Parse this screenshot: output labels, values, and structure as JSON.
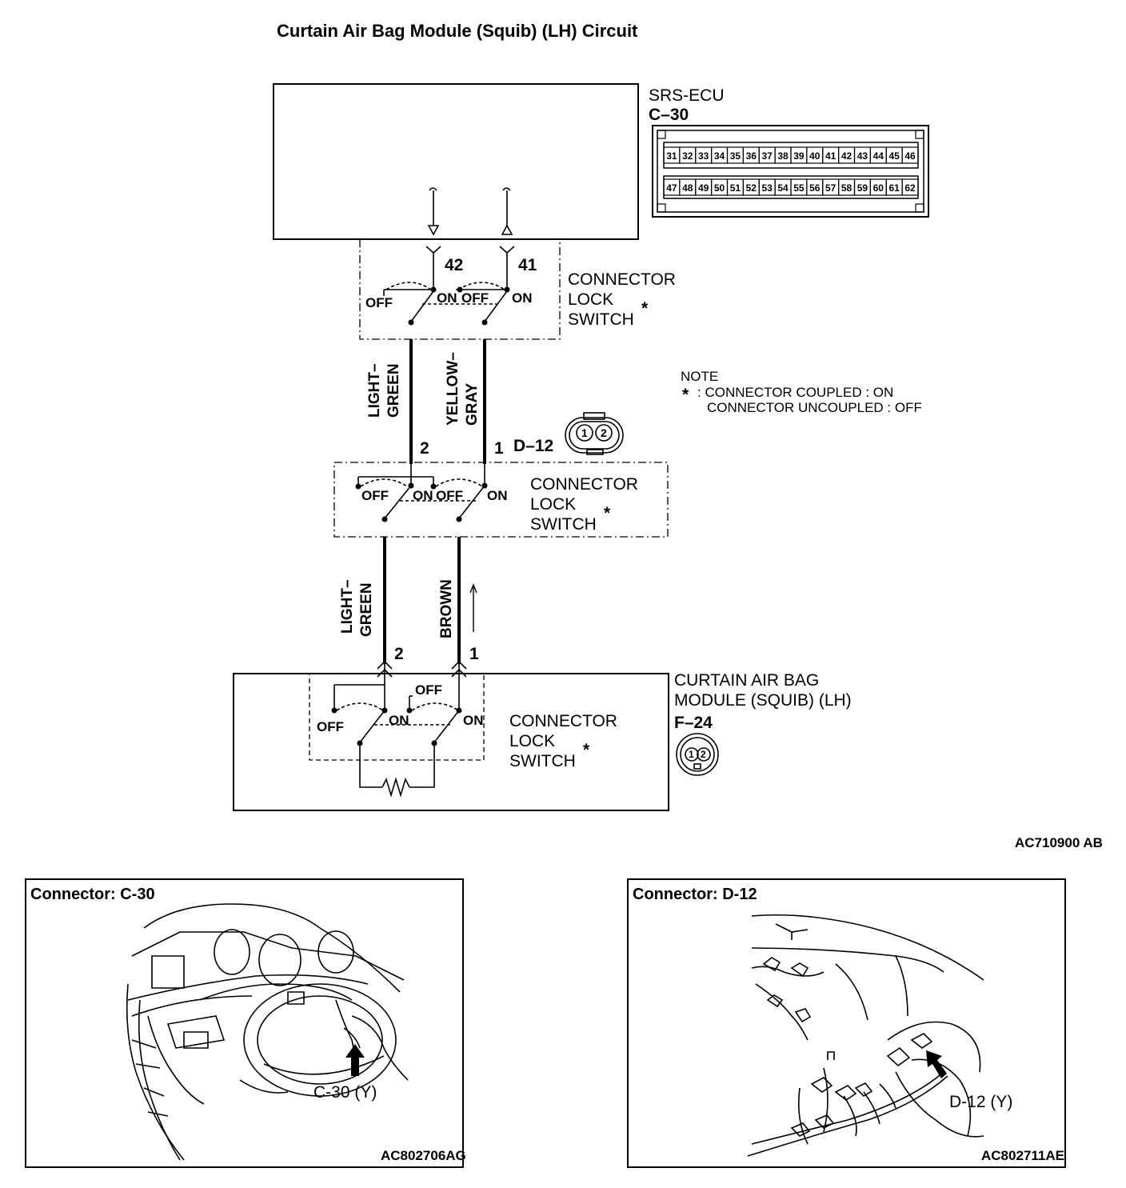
{
  "title": "Curtain Air Bag Module (Squib) (LH) Circuit",
  "ecu": {
    "name": "SRS-ECU",
    "connector": "C–30",
    "top_row_pins": [
      "31",
      "32",
      "33",
      "34",
      "35",
      "36",
      "37",
      "38",
      "39",
      "40",
      "41",
      "42",
      "43",
      "44",
      "45",
      "46"
    ],
    "bottom_row_pins": [
      "47",
      "48",
      "49",
      "50",
      "51",
      "52",
      "53",
      "54",
      "55",
      "56",
      "57",
      "58",
      "59",
      "60",
      "61",
      "62"
    ],
    "pin_left": "42",
    "pin_right": "41"
  },
  "switch_labels": {
    "line1": "CONNECTOR",
    "line2": "LOCK",
    "line3": "SWITCH",
    "asterisk": "*",
    "off": "OFF",
    "on": "ON"
  },
  "wires_upper": {
    "left_line1": "LIGHT–",
    "left_line2": "GREEN",
    "right_line1": "YELLOW–",
    "right_line2": "GRAY"
  },
  "wires_lower": {
    "left_line1": "LIGHT–",
    "left_line2": "GREEN",
    "right_line1": "BROWN"
  },
  "d12": {
    "code": "D–12",
    "pin_left": "2",
    "pin_right": "1",
    "face_1": "1",
    "face_2": "2"
  },
  "note": {
    "heading": "NOTE",
    "symbol": "*",
    "line1": ": CONNECTOR COUPLED : ON",
    "line2": "CONNECTOR UNCOUPLED : OFF"
  },
  "module": {
    "line1": "CURTAIN AIR BAG",
    "line2": "MODULE (SQUIB) (LH)",
    "code": "F–24",
    "pin_left": "2",
    "pin_right": "1",
    "face_1": "1",
    "face_2": "2"
  },
  "diagram_code": "AC710900 AB",
  "panel_c30": {
    "title": "Connector: C-30",
    "callout": "C-30 (Y)",
    "code": "AC802706AG"
  },
  "panel_d12": {
    "title": "Connector: D-12",
    "callout": "D-12 (Y)",
    "code": "AC802711AE"
  }
}
